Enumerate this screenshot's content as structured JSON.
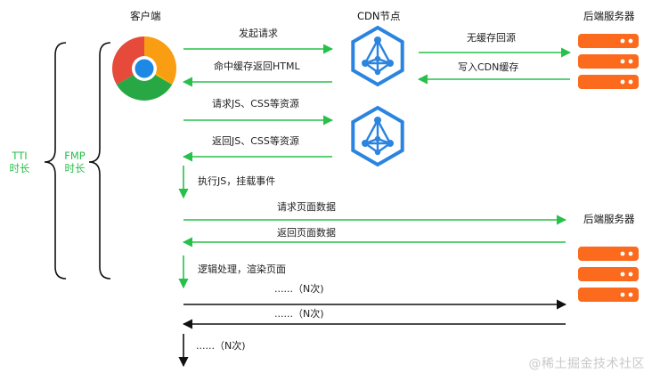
{
  "nodes": {
    "client": "客户端",
    "cdn": "CDN节点",
    "backend_top": "后端服务器",
    "backend_mid": "后端服务器"
  },
  "metrics": {
    "tti_line1": "TTI",
    "tti_line2": "时长",
    "fmp_line1": "FMP",
    "fmp_line2": "时长"
  },
  "messages": {
    "send_request": "发起请求",
    "no_cache": "无缓存回源",
    "hit_cache": "命中缓存返回HTML",
    "write_cdn": "写入CDN缓存",
    "request_js_css": "请求JS、CSS等资源",
    "return_js_css": "返回JS、CSS等资源",
    "exec_js": "执行JS，挂载事件",
    "request_page_data": "请求页面数据",
    "return_page_data": "返回页面数据",
    "logic_render": "逻辑处理，渲染页面",
    "loop_1": "......（N次)",
    "loop_2": "......（N次)",
    "loop_3": "......（N次)"
  },
  "watermark": "@稀土掘金技术社区",
  "colors": {
    "green": "#27c04a",
    "cdn_blue": "#2a84e0",
    "server_orange": "#fb6a1d",
    "black": "#111111"
  },
  "icons": {
    "client": "chrome-browser-icon",
    "cdn": "cdn-network-icon",
    "server": "server-stack-icon"
  }
}
